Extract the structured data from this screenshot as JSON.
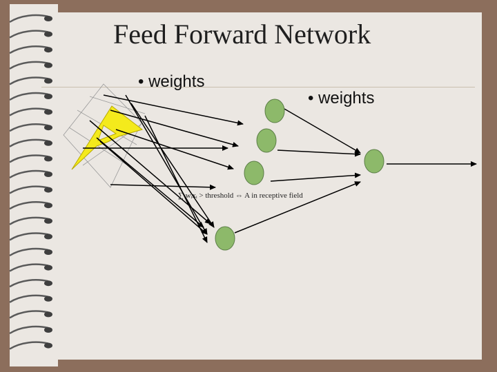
{
  "slide": {
    "title": "Feed Forward Network",
    "labels": [
      "• weights",
      "• weights"
    ],
    "formula": "∑ wᵢxᵢ > threshold ⇔ A in receptive field"
  },
  "colors": {
    "background": "#8c6e5c",
    "slide": "#ebe7e2",
    "node_fill": "#8db96a",
    "node_stroke": "#5a7d46",
    "letter_fill": "#f4ea1c",
    "arrow": "#000000"
  },
  "icons": [
    "spiral-binding-icon",
    "letter-a-icon"
  ]
}
